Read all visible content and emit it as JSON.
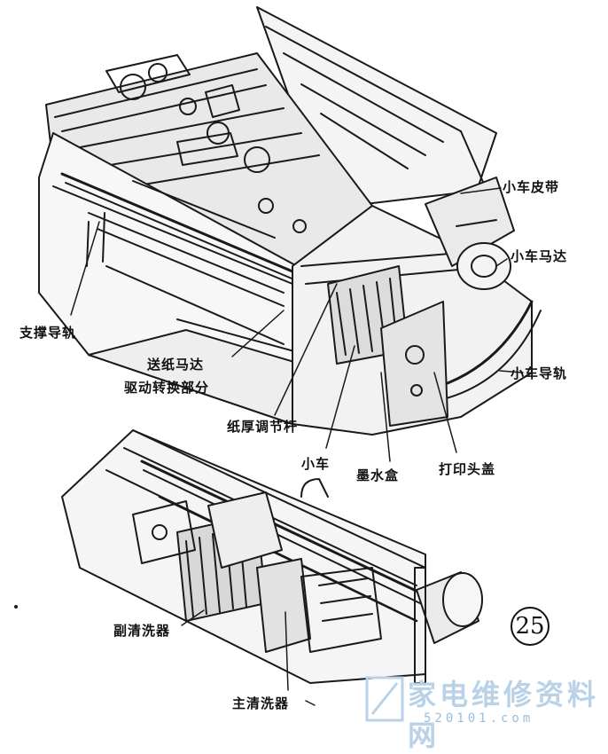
{
  "labels": {
    "carriage_belt": "小车皮带",
    "carriage_motor": "小车马达",
    "support_rail": "支撑导轨",
    "feed_motor_line1": "送纸马达",
    "feed_motor_line2": "驱动转换部分",
    "carriage_rail": "小车导轨",
    "paper_thickness_lever": "纸厚调节杆",
    "carriage": "小车",
    "ink_cartridge": "墨水盒",
    "printhead_cover": "打印头盖",
    "secondary_cleaner": "副清洗器",
    "main_cleaner": "主清洗器"
  },
  "figure_number": "25",
  "watermark": {
    "title": "家电维修资料网",
    "url": "520101.com"
  },
  "colors": {
    "ink": "#1a1a1a",
    "paper": "#ffffff",
    "watermark": "#b9d2e8"
  }
}
